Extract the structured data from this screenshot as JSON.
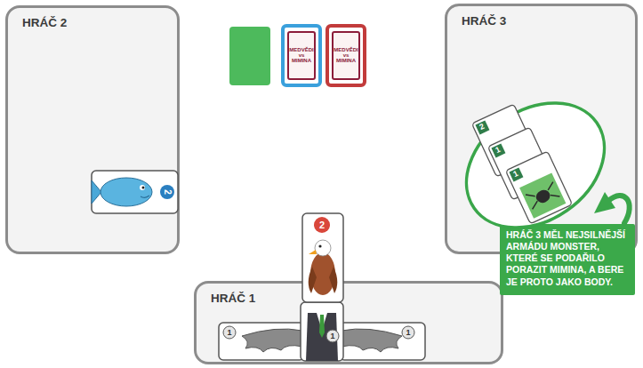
{
  "diagram": {
    "nodes": [
      {
        "text": [
          "HRÁČ 2"
        ]
      },
      {
        "text": [
          "HRÁČ 3"
        ]
      },
      {
        "text": [
          "HRÁČ 1"
        ]
      },
      {
        "text": [
          "HRÁČ 3 MĚL NEJSILNĚJŠÍ ARMÁDU MONSTER, KTERÉ SE PODAŘILO PORAZIT MIMINA, A BERE JE PROTO JAKO BODY."
        ]
      }
    ],
    "labels": [
      "MEDVĚDI vs MIMINA",
      "MEDVĚDI vs MIMINA",
      "2",
      "2",
      "1",
      "1",
      "1",
      "2",
      "1",
      "1"
    ]
  }
}
